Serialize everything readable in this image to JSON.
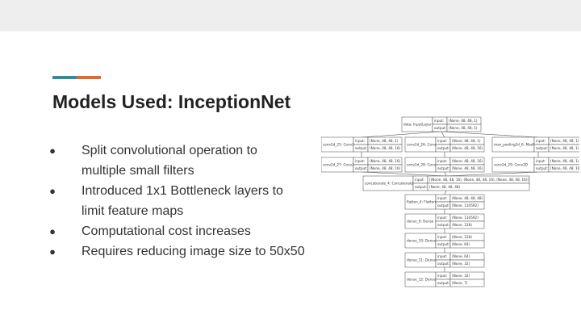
{
  "slide": {
    "title": "Models Used: InceptionNet",
    "accent_colors": [
      "#2e8f9a",
      "#e26a2c"
    ],
    "bullets": [
      "Split convolutional operation to multiple small filters",
      "Introduced 1x1 Bottleneck layers to limit feature maps",
      "Computational cost increases",
      "Requires reducing image size to 50x50"
    ],
    "bullet_icon": "bullet-dot-icon"
  },
  "diagram": {
    "nodes": [
      {
        "label": "data: InputLayer",
        "input": "(None, 48, 48, 1)",
        "output": "(None, 48, 48, 1)"
      },
      {
        "label": "conv2d_25: Conv2D",
        "input": "(None, 48, 48, 1)",
        "output": "(None, 48, 48, 16)"
      },
      {
        "label": "conv2d_26: Conv2D",
        "input": "(None, 48, 48, 1)",
        "output": "(None, 48, 48, 16)"
      },
      {
        "label": "max_pooling2d_6: MaxPooling2D",
        "input": "(None, 48, 48, 1)",
        "output": "(None, 48, 48, 1)"
      },
      {
        "label": "conv2d_27: Conv2D",
        "input": "(None, 48, 48, 16)",
        "output": "(None, 48, 48, 16)"
      },
      {
        "label": "conv2d_28: Conv2D",
        "input": "(None, 48, 48, 16)",
        "output": "(None, 48, 48, 16)"
      },
      {
        "label": "conv2d_29: Conv2D",
        "input": "(None, 48, 48, 1)",
        "output": "(None, 48, 48, 16)"
      },
      {
        "label": "concatenate_4: Concatenate",
        "input": "[(None, 48, 48, 16), (None, 48, 48, 16), (None, 48, 48, 16)]",
        "output": "(None, 48, 48, 48)"
      },
      {
        "label": "flatten_4: Flatten",
        "input": "(None, 48, 48, 48)",
        "output": "(None, 110592)"
      },
      {
        "label": "dense_9: Dense",
        "input": "(None, 110592)",
        "output": "(None, 128)"
      },
      {
        "label": "dense_10: Dense",
        "input": "(None, 128)",
        "output": "(None, 64)"
      },
      {
        "label": "dense_11: Dense",
        "input": "(None, 64)",
        "output": "(None, 32)"
      },
      {
        "label": "dense_12: Dense",
        "input": "(None, 32)",
        "output": "(None, 7)"
      }
    ],
    "io_labels": {
      "input": "input:",
      "output": "output:"
    }
  }
}
